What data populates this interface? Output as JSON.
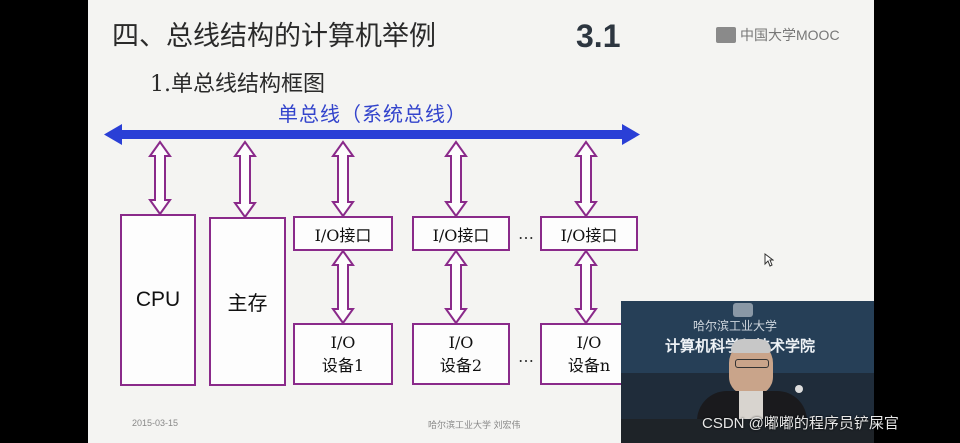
{
  "slide": {
    "title": "四、总线结构的计算机举例",
    "subtitle": "1.单总线结构框图",
    "number": "3.1",
    "brand": "中国大学MOOC",
    "bus_label": "单总线（系统总线）",
    "cpu_label": "CPU",
    "memory_label": "主存",
    "interfaces": [
      "I/O接口",
      "I/O接口",
      "I/O接口"
    ],
    "devices": [
      {
        "line1": "I/O",
        "line2": "设备1"
      },
      {
        "line1": "I/O",
        "line2": "设备2"
      },
      {
        "line1": "I/O",
        "line2": "设备n"
      }
    ],
    "ellipsis": "…",
    "footer_date": "2015-03-15",
    "footer_center": "哈尔滨工业大学  刘宏伟"
  },
  "video": {
    "banner_line1": "哈尔滨工业大学",
    "banner_line2": "计算机科学与技术学院"
  },
  "watermark": "CSDN @嘟嘟的程序员铲屎官",
  "colors": {
    "bus": "#2a3fd6",
    "arrow": "#8a2a8a",
    "box_border": "#8a2a8a"
  }
}
